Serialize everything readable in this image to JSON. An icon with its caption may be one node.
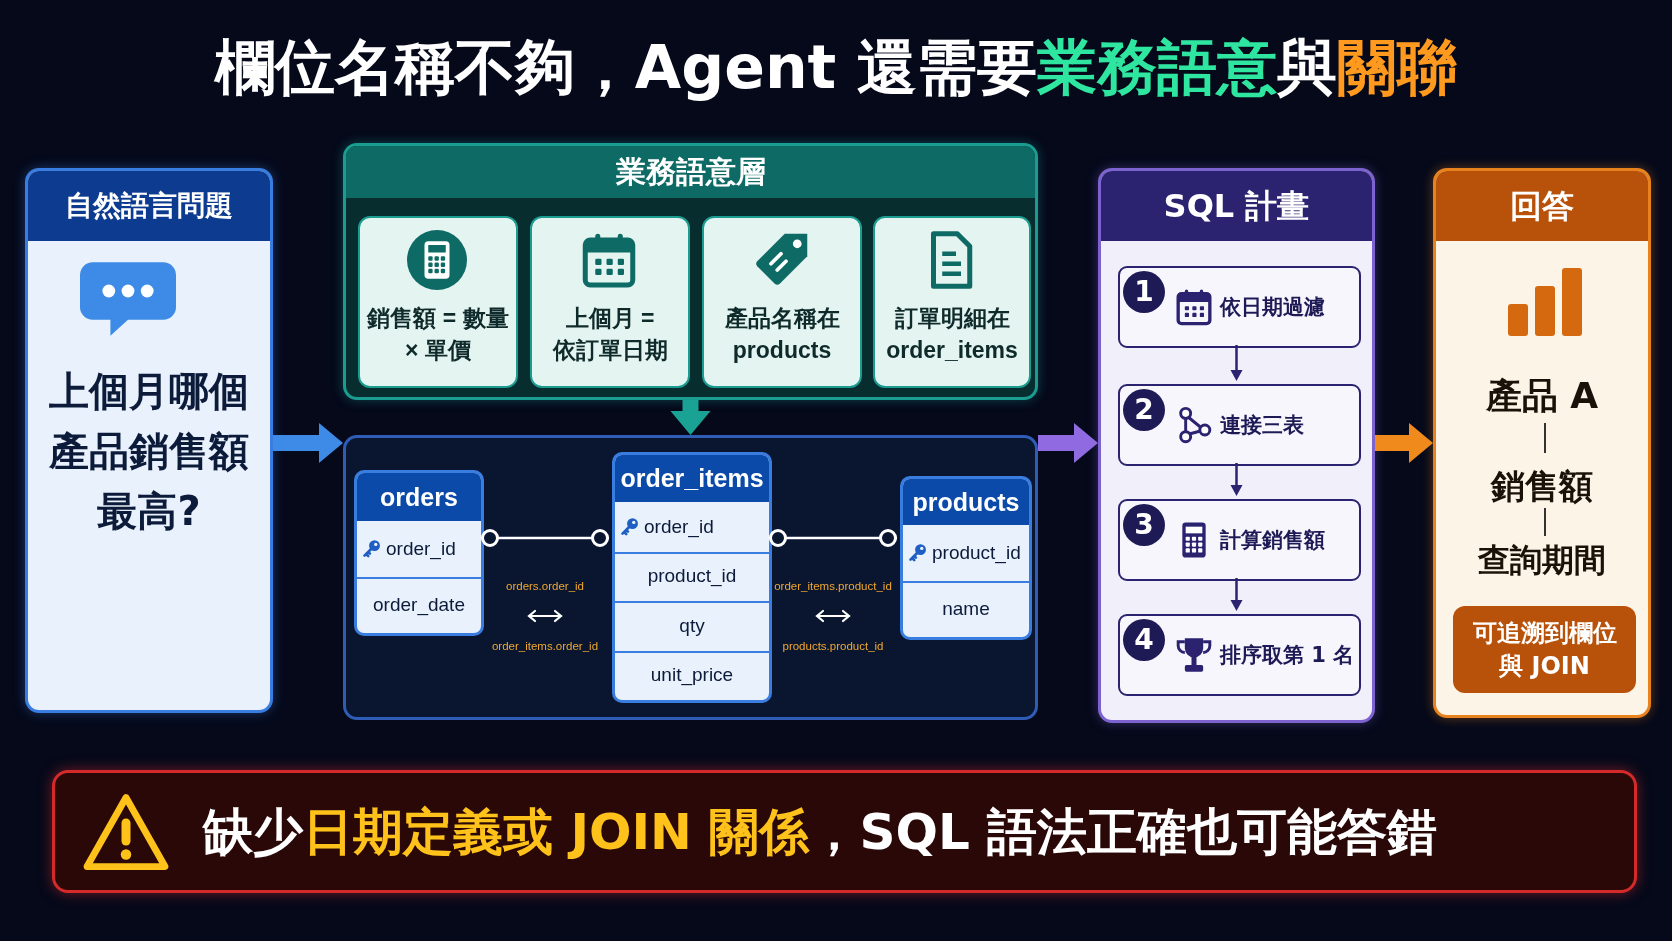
{
  "diagram": {
    "title": "欄位名稱不夠，Agent 還需要**業務語意**與**關聯**",
    "nodes": [
      {
        "text": [
          "自然語言問題",
          "上個月哪個產品銷售額最高?"
        ]
      },
      {
        "text": [
          "業務語意層"
        ]
      },
      {
        "text": [
          "銷售額 = 數量 × 單價"
        ],
        "in": 1
      },
      {
        "text": [
          "上個月 = 依訂單日期"
        ],
        "in": 1
      },
      {
        "text": [
          "產品名稱在 products"
        ],
        "in": 1
      },
      {
        "text": [
          "訂單明細在 order_items"
        ],
        "in": 1
      },
      {
        "text": [],
        "shape": "box"
      },
      {
        "text": [
          "orders",
          "order_id",
          "order_date"
        ],
        "in": 6
      },
      {
        "text": [
          "order_items",
          "order_id",
          "product_id",
          "qty",
          "unit_price"
        ],
        "in": 6
      },
      {
        "text": [
          "products",
          "product_id",
          "name"
        ],
        "in": 6
      },
      {
        "text": [
          "SQL 計畫"
        ]
      },
      {
        "text": [
          "1",
          "依日期過濾"
        ],
        "in": 10
      },
      {
        "text": [
          "2",
          "連接三表"
        ],
        "in": 10
      },
      {
        "text": [
          "3",
          "計算銷售額"
        ],
        "in": 10
      },
      {
        "text": [
          "4",
          "排序取第 1 名"
        ],
        "in": 10
      },
      {
        "text": [
          "回答",
          "產品 A",
          "銷售額",
          "查詢期間"
        ]
      },
      {
        "text": [
          "可追溯到欄位與 JOIN"
        ],
        "in": 15
      },
      {
        "text": [
          "缺少**日期定義或 JOIN 關係**，SQL 語法正確也可能答錯"
        ]
      }
    ],
    "edges": [
      {
        "from": 0,
        "to": 6,
        "arrow": "to",
        "style": "thick",
        "color": "#3d8be6"
      },
      {
        "from": 1,
        "to": 6,
        "arrow": "to",
        "style": "thick",
        "color": "#1aa394"
      },
      {
        "from": 6,
        "to": 10,
        "arrow": "to",
        "style": "thick",
        "color": "#8f6ae0"
      },
      {
        "from": 10,
        "to": 15,
        "arrow": "to",
        "style": "thick",
        "color": "#f08a1c"
      },
      {
        "from": 7,
        "to": 8,
        "arrow": "other",
        "color": "#ffffff"
      },
      {
        "from": 8,
        "to": 9,
        "arrow": "other",
        "color": "#ffffff"
      },
      {
        "from": 11,
        "to": 12,
        "arrow": "to"
      },
      {
        "from": 12,
        "to": 13,
        "arrow": "to"
      },
      {
        "from": 13,
        "to": 14,
        "arrow": "to"
      }
    ],
    "labels": [
      "orders.order_id",
      "order_items.order_id",
      "order_items.product_id",
      "products.product_id"
    ]
  }
}
